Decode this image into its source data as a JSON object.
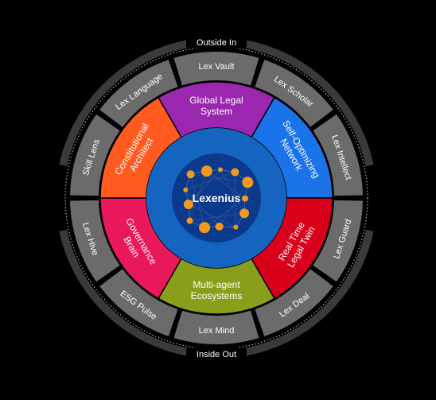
{
  "center": {
    "title": "Lexenius",
    "bg": "#0b3a8c",
    "node_color": "#f39a1e"
  },
  "middle_ring_color": "#1565c0",
  "outer_labels": {
    "top": "Outside In",
    "bottom": "Inside Out"
  },
  "inner_segments": [
    {
      "id": "global-legal-system",
      "lines": [
        "Global Legal",
        "System"
      ],
      "color": "#9b27b0"
    },
    {
      "id": "self-optimizing-network",
      "lines": [
        "Self-Optimizing",
        "Network"
      ],
      "color": "#1a73e8"
    },
    {
      "id": "real-time-legal-twin",
      "lines": [
        "Real Time",
        "Legal Twin"
      ],
      "color": "#d9001b"
    },
    {
      "id": "multi-agent-ecosystems",
      "lines": [
        "Multi-agent",
        "Ecosystems"
      ],
      "color": "#8a9e1b"
    },
    {
      "id": "governance-brain",
      "lines": [
        "Governance",
        "Brain"
      ],
      "color": "#e8185a"
    },
    {
      "id": "constitutional-architect",
      "lines": [
        "Constitutional",
        "Architect"
      ],
      "color": "#ff5a1f"
    }
  ],
  "outer_segments": [
    {
      "id": "lex-vault",
      "label": "Lex Vault"
    },
    {
      "id": "lex-scholar",
      "label": "Lex Scholar"
    },
    {
      "id": "lex-intellect",
      "label": "Lex Intellect"
    },
    {
      "id": "lex-guard",
      "label": "Lex Guard"
    },
    {
      "id": "lex-deal",
      "label": "Lex Deal"
    },
    {
      "id": "lex-mind",
      "label": "Lex Mind"
    },
    {
      "id": "esg-pulse",
      "label": "ESG Pulse"
    },
    {
      "id": "lex-hive",
      "label": "Lex Hive"
    },
    {
      "id": "skill-lens",
      "label": "Skill Lens"
    },
    {
      "id": "lex-language",
      "label": "Lex Language"
    }
  ],
  "outer_segment_color": "#6b6b6b",
  "arc_color": "#3a3a3a"
}
